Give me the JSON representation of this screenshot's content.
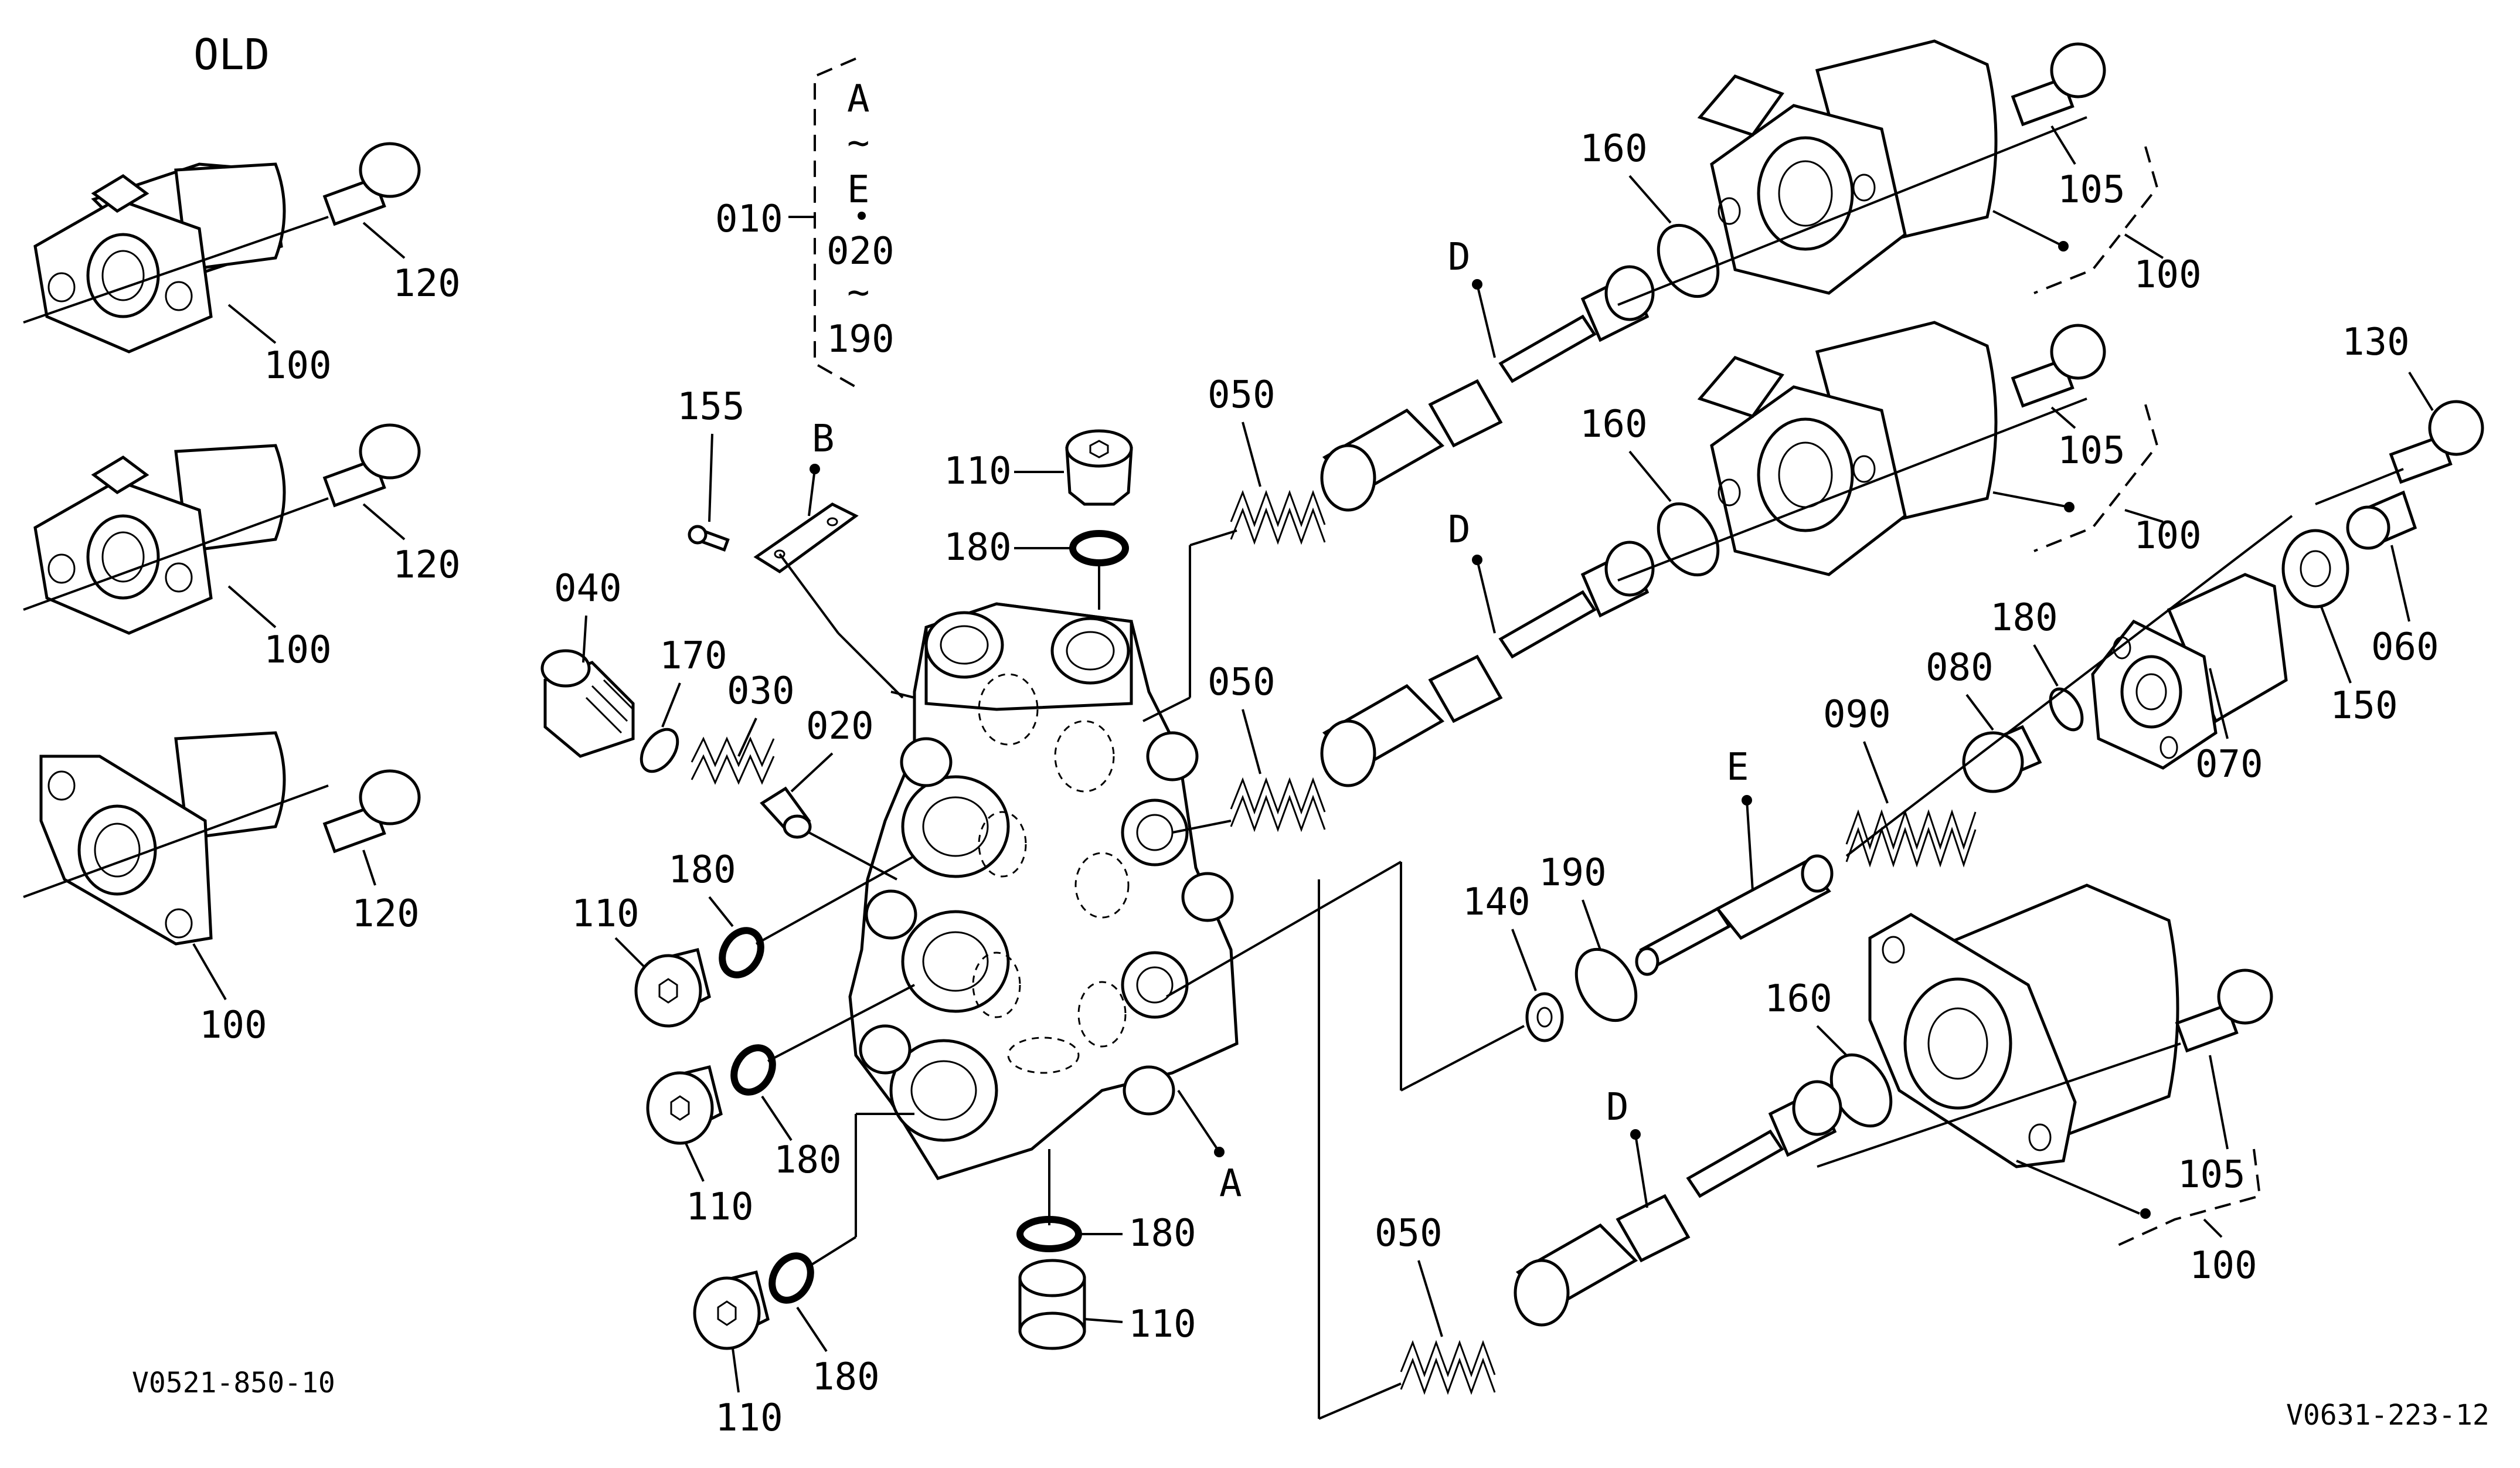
{
  "header": {
    "title": "OLD"
  },
  "set_group": {
    "label": "010",
    "items": [
      "A",
      "~",
      "E",
      "020",
      "~",
      "190"
    ]
  },
  "old_parts": [
    {
      "solenoid": "100",
      "bolt": "120"
    },
    {
      "solenoid": "100",
      "bolt": "120"
    },
    {
      "solenoid": "100",
      "bolt": "120"
    }
  ],
  "part_labels": {
    "p155": "155",
    "pB": "B",
    "p040": "040",
    "p170": "170",
    "p030": "030",
    "p020": "020",
    "p110_top": "110",
    "p180_top": "180",
    "p180_a": "180",
    "p110_a": "110",
    "p180_b": "180",
    "p110_b": "110",
    "p180_c": "180",
    "p110_c": "110",
    "p180_bottom": "180",
    "p110_bottom": "110",
    "pA": "A",
    "p050_1": "050",
    "pD_1": "D",
    "p160_1": "160",
    "p105_1": "105",
    "p100_1": "100",
    "p050_2": "050",
    "pD_2": "D",
    "p160_2": "160",
    "p105_2": "105",
    "p100_2": "100",
    "p130": "130",
    "p060": "060",
    "p150": "150",
    "p070": "070",
    "p180_r": "180",
    "p080": "080",
    "p090": "090",
    "pE": "E",
    "p190": "190",
    "p140": "140",
    "p160_3": "160",
    "pD_3": "D",
    "p050_3": "050",
    "p105_3": "105",
    "p100_3": "100"
  },
  "footer": {
    "ref_left": "V0521-850-10",
    "ref_right": "V0631-223-12"
  }
}
